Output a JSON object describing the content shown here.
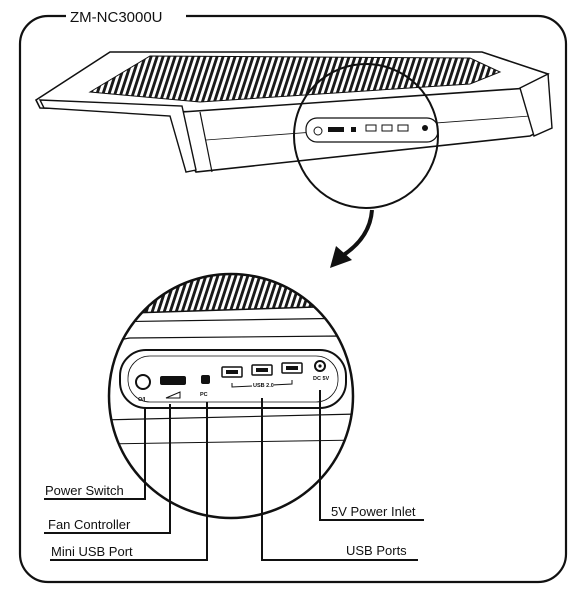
{
  "title": "ZM-NC3000U",
  "panel_markings": {
    "on_off": "O/I",
    "pc": "PC",
    "usb": "USB 2.0",
    "dc": "DC 5V"
  },
  "callouts": [
    {
      "id": "power-switch",
      "label": "Power Switch"
    },
    {
      "id": "fan-controller",
      "label": "Fan Controller"
    },
    {
      "id": "mini-usb-port",
      "label": "Mini USB Port"
    },
    {
      "id": "usb-ports",
      "label": "USB Ports"
    },
    {
      "id": "power-inlet",
      "label": "5V Power Inlet"
    }
  ]
}
